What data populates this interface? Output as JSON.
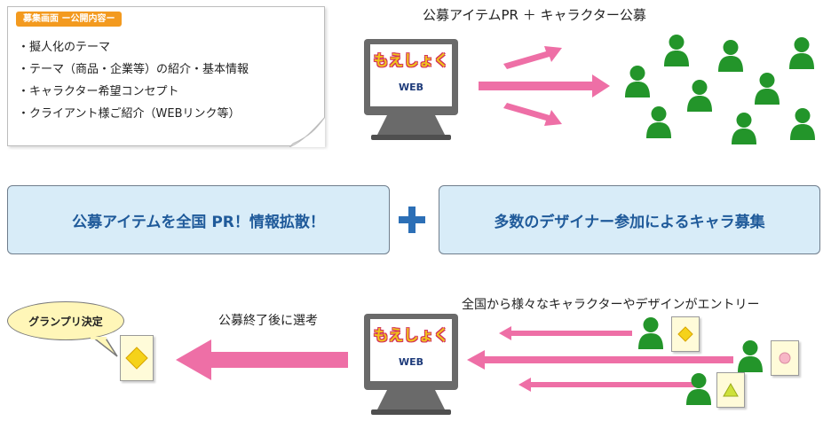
{
  "note": {
    "tag": "募集画面 ー公開内容ー",
    "items": [
      "擬人化のテーマ",
      "テーマ（商品・企業等）の紹介・基本情報",
      "キャラクター希望コンセプト",
      "クライアント様ご紹介（WEBリンク等）"
    ]
  },
  "top_heading": "公募アイテムPR ＋ キャラクター公募",
  "banners": {
    "left": "公募アイテムを全国 PR！情報拡散！",
    "right": "多数のデザイナー参加によるキャラ募集"
  },
  "bottom": {
    "entry_heading": "全国から様々なキャラクターやデザインがエントリー",
    "selection_label": "公募終了後に選考",
    "balloon": "グランプリ決定"
  },
  "monitor": {
    "web_label": "WEB",
    "logo_text": "もえしょく"
  },
  "colors": {
    "arrow_pink": "#ee6fa6",
    "person_green": "#23952a",
    "banner_fill": "#d8ecf8",
    "banner_text": "#1f5a9a",
    "plus": "#2c6fb6",
    "tag_orange": "#f39a1f"
  }
}
